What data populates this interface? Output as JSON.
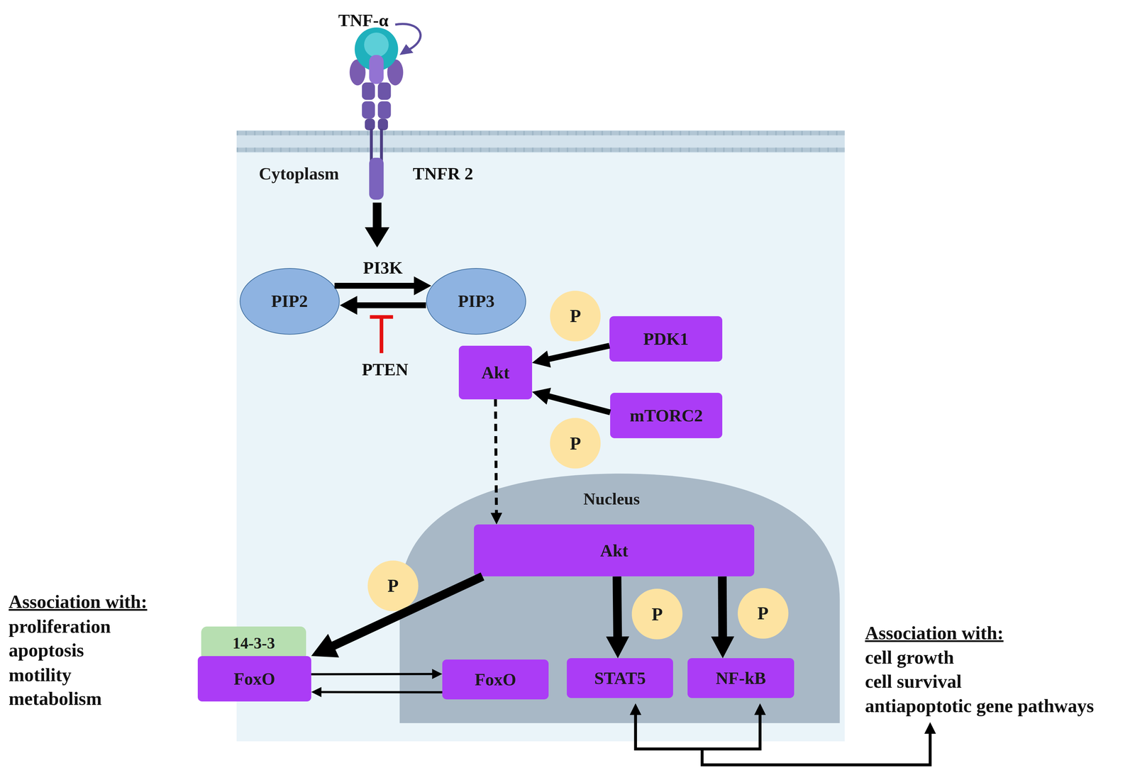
{
  "diagram": {
    "nodes": [
      {
        "text": [
          "Cytoplasm"
        ]
      },
      {
        "text": [
          "PIP2"
        ],
        "in": 0
      },
      {
        "text": [
          "PIP3"
        ],
        "in": 0
      },
      {
        "text": [
          "P"
        ],
        "in": 0
      },
      {
        "text": [
          "PDK1"
        ],
        "in": 0
      },
      {
        "text": [
          "Akt"
        ],
        "in": 0
      },
      {
        "text": [
          "mTORC2"
        ],
        "in": 0
      },
      {
        "text": [
          "P"
        ],
        "in": 0
      },
      {
        "text": [
          "Nucleus"
        ],
        "in": 0
      },
      {
        "text": [
          "Akt"
        ],
        "in": 8
      },
      {
        "text": [
          "P"
        ],
        "in": 0
      },
      {
        "text": [
          "P"
        ],
        "in": 8
      },
      {
        "text": [
          "P"
        ],
        "in": 8
      },
      {
        "text": [
          "14-3-3"
        ]
      },
      {
        "text": [
          "FoxO"
        ]
      },
      {
        "text": [
          "FoxO"
        ],
        "in": 8
      },
      {
        "text": [
          "STAT5"
        ],
        "in": 8
      },
      {
        "text": [
          "NF-kB"
        ],
        "in": 8
      }
    ],
    "edges": [
      {
        "from": 1,
        "to": 2,
        "label": "PI3K",
        "arrow": "to"
      },
      {
        "from": 2,
        "to": 1,
        "arrow": "to"
      },
      {
        "from": 4,
        "to": 5,
        "arrow": "to"
      },
      {
        "from": 6,
        "to": 5,
        "arrow": "to"
      },
      {
        "from": 5,
        "to": 9,
        "arrow": "to"
      },
      {
        "from": 9,
        "to": 14,
        "arrow": "to"
      },
      {
        "from": 9,
        "to": 16,
        "arrow": "to"
      },
      {
        "from": 9,
        "to": 17,
        "arrow": "to"
      },
      {
        "from": 14,
        "to": 15,
        "arrow": "to"
      },
      {
        "from": 15,
        "to": 14,
        "arrow": "to"
      }
    ],
    "labels": [
      "TNF-α",
      "TNFR 2",
      "PTEN",
      "Association with:",
      "proliferation",
      "apoptosis",
      "motility",
      "metabolism",
      "Association with:",
      "cell growth",
      "cell survival",
      "antiapoptotic gene pathways"
    ]
  }
}
